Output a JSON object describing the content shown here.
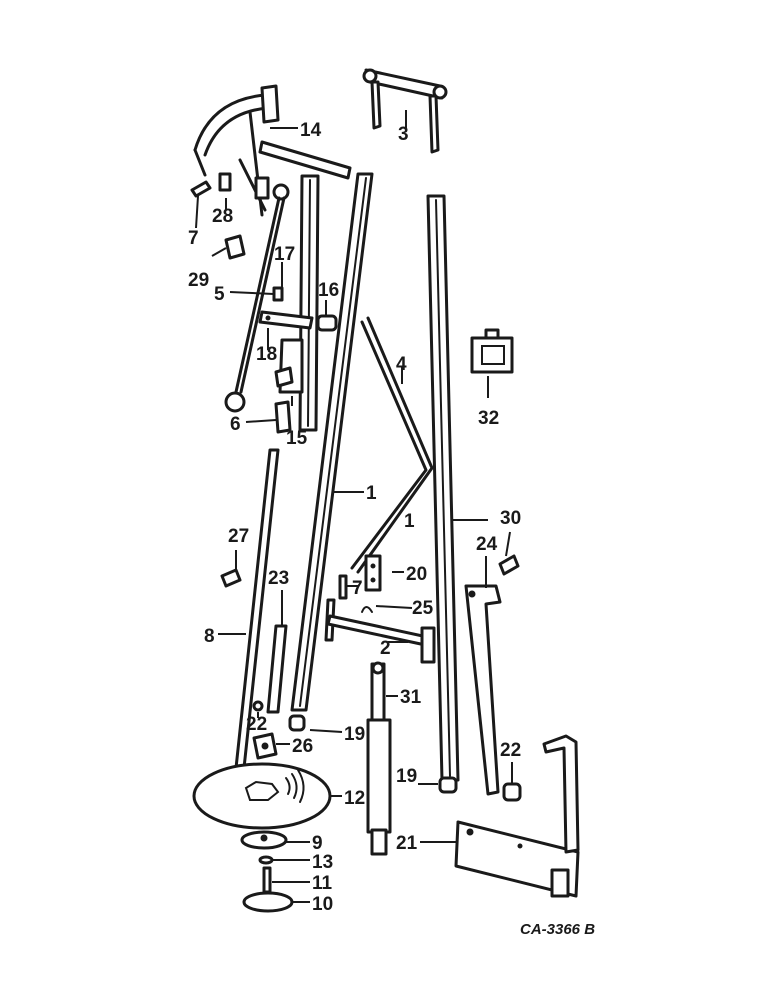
{
  "callouts": {
    "c1a": "1",
    "c1b": "1",
    "c2": "2",
    "c3": "3",
    "c4": "4",
    "c5": "5",
    "c6": "6",
    "c7a": "7",
    "c7b": "7",
    "c8": "8",
    "c9": "9",
    "c10": "10",
    "c11": "11",
    "c12": "12",
    "c13": "13",
    "c14": "14",
    "c15": "15",
    "c16": "16",
    "c17": "17",
    "c18": "18",
    "c19a": "19",
    "c19b": "19",
    "c20": "20",
    "c21": "21",
    "c22a": "22",
    "c22b": "22",
    "c23": "23",
    "c24": "24",
    "c25": "25",
    "c26": "26",
    "c27": "27",
    "c28": "28",
    "c29": "29",
    "c30": "30",
    "c31": "31",
    "c32": "32"
  },
  "drawing_code": "CA-3366 B"
}
